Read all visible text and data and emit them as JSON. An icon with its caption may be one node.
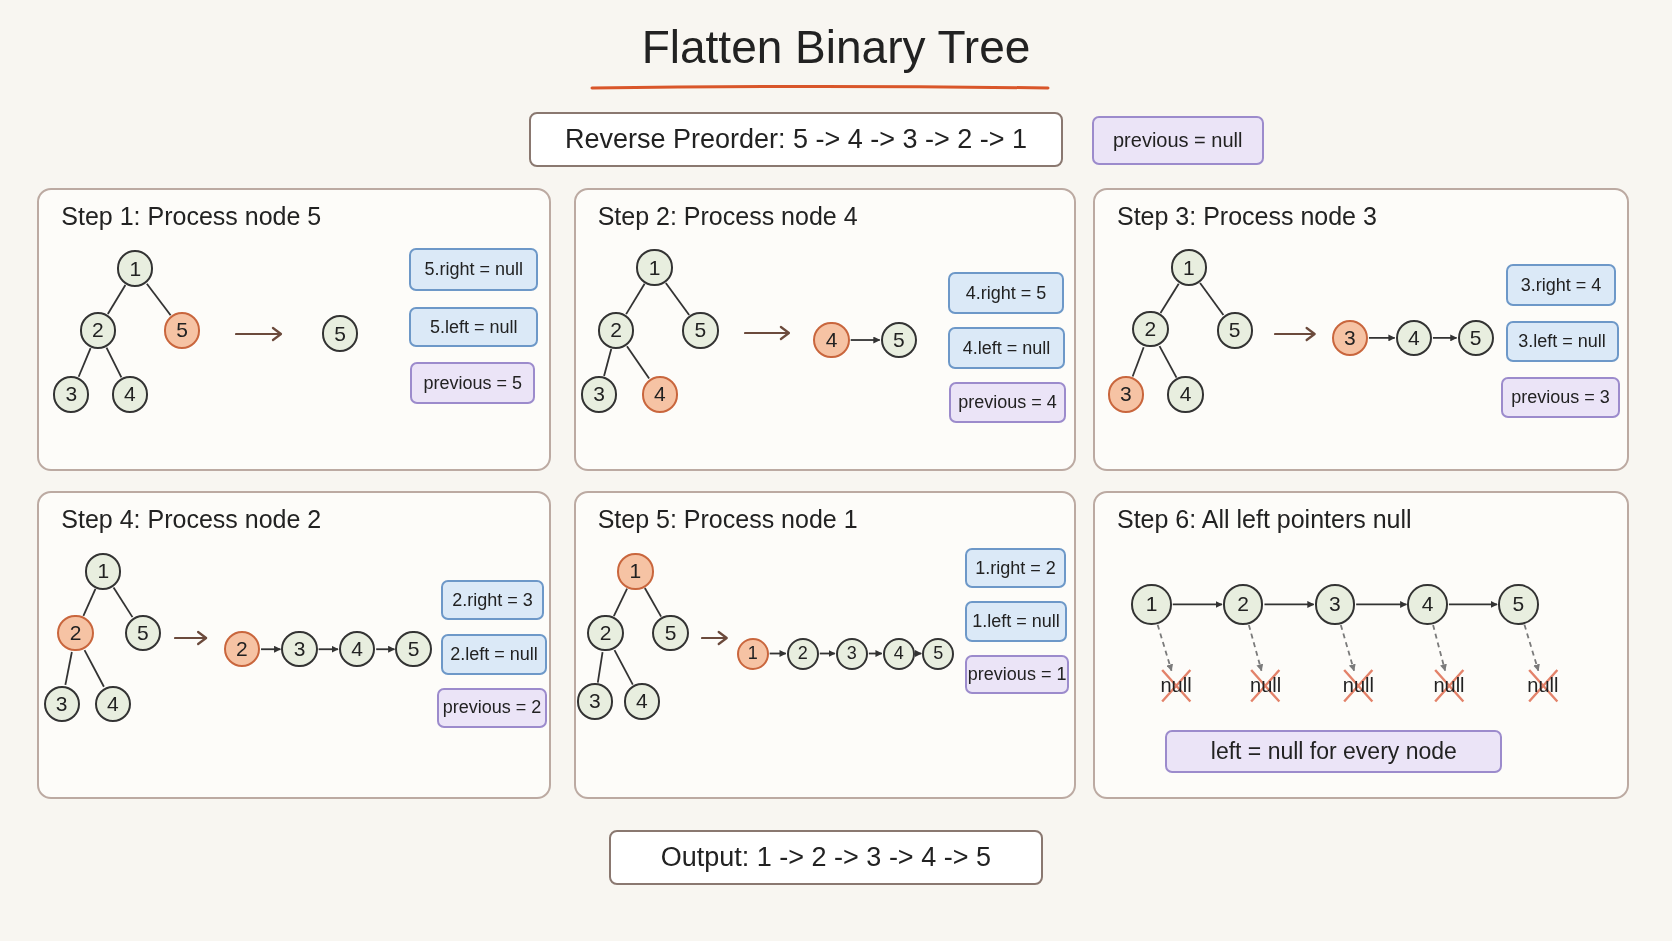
{
  "diagram": {
    "title": "Flatten Binary Tree",
    "nodes": [
      {
        "text": [
          "Reverse Preorder: 5 -> 4 -> 3 -> 2 -> 1"
        ]
      },
      {
        "text": [
          "previous = null"
        ]
      },
      {
        "text": [
          "Step 1: Process node 5"
        ]
      },
      {
        "text": [
          "1"
        ],
        "in": 2
      },
      {
        "text": [
          "2"
        ],
        "in": 2
      },
      {
        "text": [
          "5"
        ],
        "in": 2
      },
      {
        "text": [
          "3"
        ],
        "in": 2
      },
      {
        "text": [
          "4"
        ],
        "in": 2
      },
      {
        "text": [
          "5"
        ],
        "in": 2
      },
      {
        "text": [
          "5.right = null"
        ],
        "in": 2
      },
      {
        "text": [
          "5.left = null"
        ],
        "in": 2
      },
      {
        "text": [
          "previous = 5"
        ],
        "in": 2
      },
      {
        "text": [
          "Step 2: Process node 4"
        ]
      },
      {
        "text": [
          "1"
        ],
        "in": 12
      },
      {
        "text": [
          "2"
        ],
        "in": 12
      },
      {
        "text": [
          "5"
        ],
        "in": 12
      },
      {
        "text": [
          "3"
        ],
        "in": 12
      },
      {
        "text": [
          "4"
        ],
        "in": 12
      },
      {
        "text": [
          "4"
        ],
        "in": 12
      },
      {
        "text": [
          "5"
        ],
        "in": 12
      },
      {
        "text": [
          "4.right = 5"
        ],
        "in": 12
      },
      {
        "text": [
          "4.left = null"
        ],
        "in": 12
      },
      {
        "text": [
          "previous = 4"
        ],
        "in": 12
      },
      {
        "text": [
          "Step 3: Process node 3"
        ]
      },
      {
        "text": [
          "1"
        ],
        "in": 23
      },
      {
        "text": [
          "2"
        ],
        "in": 23
      },
      {
        "text": [
          "5"
        ],
        "in": 23
      },
      {
        "text": [
          "3"
        ],
        "in": 23
      },
      {
        "text": [
          "4"
        ],
        "in": 23
      },
      {
        "text": [
          "3"
        ],
        "in": 23
      },
      {
        "text": [
          "4"
        ],
        "in": 23
      },
      {
        "text": [
          "5"
        ],
        "in": 23
      },
      {
        "text": [
          "3.right = 4"
        ],
        "in": 23
      },
      {
        "text": [
          "3.left = null"
        ],
        "in": 23
      },
      {
        "text": [
          "previous = 3"
        ],
        "in": 23
      },
      {
        "text": [
          "Step 4: Process node 2"
        ]
      },
      {
        "text": [
          "1"
        ],
        "in": 35
      },
      {
        "text": [
          "2"
        ],
        "in": 35
      },
      {
        "text": [
          "5"
        ],
        "in": 35
      },
      {
        "text": [
          "3"
        ],
        "in": 35
      },
      {
        "text": [
          "4"
        ],
        "in": 35
      },
      {
        "text": [
          "2"
        ],
        "in": 35
      },
      {
        "text": [
          "3"
        ],
        "in": 35
      },
      {
        "text": [
          "4"
        ],
        "in": 35
      },
      {
        "text": [
          "5"
        ],
        "in": 35
      },
      {
        "text": [
          "2.right = 3"
        ],
        "in": 35
      },
      {
        "text": [
          "2.left = null"
        ],
        "in": 35
      },
      {
        "text": [
          "previous = 2"
        ],
        "in": 35
      },
      {
        "text": [
          "Step 5: Process node 1"
        ]
      },
      {
        "text": [
          "1"
        ],
        "in": 48
      },
      {
        "text": [
          "2"
        ],
        "in": 48
      },
      {
        "text": [
          "5"
        ],
        "in": 48
      },
      {
        "text": [
          "3"
        ],
        "in": 48
      },
      {
        "text": [
          "4"
        ],
        "in": 48
      },
      {
        "text": [
          "1"
        ],
        "in": 48
      },
      {
        "text": [
          "2"
        ],
        "in": 48
      },
      {
        "text": [
          "3"
        ],
        "in": 48
      },
      {
        "text": [
          "4"
        ],
        "in": 48
      },
      {
        "text": [
          "5"
        ],
        "in": 48
      },
      {
        "text": [
          "1.right = 2"
        ],
        "in": 48
      },
      {
        "text": [
          "1.left = null"
        ],
        "in": 48
      },
      {
        "text": [
          "previous = 1"
        ],
        "in": 48
      },
      {
        "text": [
          "Step 6: All left pointers null"
        ]
      },
      {
        "text": [
          "1"
        ],
        "in": 62
      },
      {
        "text": [
          "2"
        ],
        "in": 62
      },
      {
        "text": [
          "3"
        ],
        "in": 62
      },
      {
        "text": [
          "4"
        ],
        "in": 62
      },
      {
        "text": [
          "5"
        ],
        "in": 62
      },
      {
        "text": [
          "null"
        ],
        "in": 62
      },
      {
        "text": [
          "null"
        ],
        "in": 62
      },
      {
        "text": [
          "null"
        ],
        "in": 62
      },
      {
        "text": [
          "null"
        ],
        "in": 62
      },
      {
        "text": [
          "null"
        ],
        "in": 62
      },
      {
        "text": [
          "left = null for every node"
        ],
        "in": 62
      },
      {
        "text": [
          "Output: 1 -> 2 -> 3 -> 4 -> 5"
        ]
      }
    ],
    "edges": [
      {
        "from": 3,
        "to": 4,
        "arrow": "none"
      },
      {
        "from": 3,
        "to": 5,
        "arrow": "none"
      },
      {
        "from": 4,
        "to": 6,
        "arrow": "none"
      },
      {
        "from": 4,
        "to": 7,
        "arrow": "none"
      },
      {
        "from": 13,
        "to": 14,
        "arrow": "none"
      },
      {
        "from": 13,
        "to": 15,
        "arrow": "none"
      },
      {
        "from": 14,
        "to": 16,
        "arrow": "none"
      },
      {
        "from": 14,
        "to": 17,
        "arrow": "none"
      },
      {
        "from": 18,
        "to": 19,
        "arrow": "to"
      },
      {
        "from": 24,
        "to": 25,
        "arrow": "none"
      },
      {
        "from": 24,
        "to": 26,
        "arrow": "none"
      },
      {
        "from": 25,
        "to": 27,
        "arrow": "none"
      },
      {
        "from": 25,
        "to": 28,
        "arrow": "none"
      },
      {
        "from": 29,
        "to": 30,
        "arrow": "to"
      },
      {
        "from": 30,
        "to": 31,
        "arrow": "to"
      },
      {
        "from": 36,
        "to": 37,
        "arrow": "none"
      },
      {
        "from": 36,
        "to": 38,
        "arrow": "none"
      },
      {
        "from": 37,
        "to": 39,
        "arrow": "none"
      },
      {
        "from": 37,
        "to": 40,
        "arrow": "none"
      },
      {
        "from": 41,
        "to": 42,
        "arrow": "to"
      },
      {
        "from": 42,
        "to": 43,
        "arrow": "to"
      },
      {
        "from": 43,
        "to": 44,
        "arrow": "to"
      },
      {
        "from": 49,
        "to": 50,
        "arrow": "none"
      },
      {
        "from": 49,
        "to": 51,
        "arrow": "none"
      },
      {
        "from": 50,
        "to": 52,
        "arrow": "none"
      },
      {
        "from": 50,
        "to": 53,
        "arrow": "none"
      },
      {
        "from": 54,
        "to": 55,
        "arrow": "to"
      },
      {
        "from": 55,
        "to": 56,
        "arrow": "to"
      },
      {
        "from": 56,
        "to": 57,
        "arrow": "to"
      },
      {
        "from": 57,
        "to": 58,
        "arrow": "to"
      },
      {
        "from": 63,
        "to": 64,
        "arrow": "to"
      },
      {
        "from": 64,
        "to": 65,
        "arrow": "to"
      },
      {
        "from": 65,
        "to": 66,
        "arrow": "to"
      },
      {
        "from": 66,
        "to": 67,
        "arrow": "to"
      },
      {
        "from": 63,
        "to": 68,
        "arrow": "to",
        "style": "dashed",
        "color": "#7a7a7a"
      },
      {
        "from": 64,
        "to": 69,
        "arrow": "to",
        "style": "dashed",
        "color": "#7a7a7a"
      },
      {
        "from": 65,
        "to": 70,
        "arrow": "to",
        "style": "dashed",
        "color": "#7a7a7a"
      },
      {
        "from": 66,
        "to": 71,
        "arrow": "to",
        "style": "dashed",
        "color": "#7a7a7a"
      },
      {
        "from": 67,
        "to": 72,
        "arrow": "to",
        "style": "dashed",
        "color": "#7a7a7a"
      }
    ]
  }
}
